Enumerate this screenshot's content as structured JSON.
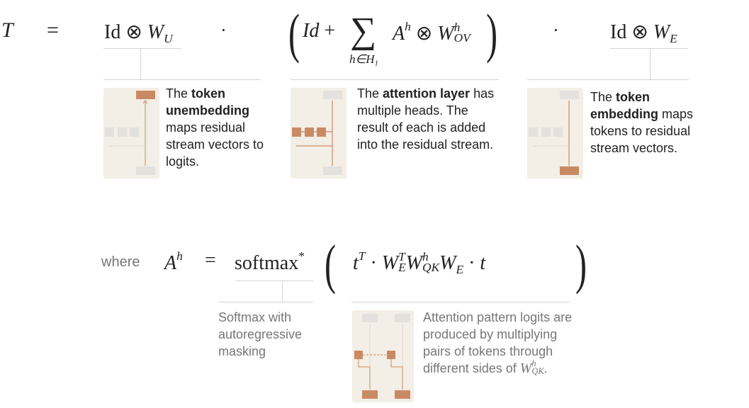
{
  "row1": {
    "lhs": "T",
    "eq": "=",
    "term1": {
      "id": "Id",
      "otimes": "⊗",
      "w": "W",
      "sub": "U"
    },
    "dot1": "·",
    "term2": {
      "open": "(",
      "id": "Id",
      "plus": "+",
      "sum": "∑",
      "sum_under": "h∈H",
      "sum_under_sub": "1",
      "a": "A",
      "a_sup": "h",
      "otimes": "⊗",
      "w": "W",
      "w_sup": "h",
      "w_sub": "OV",
      "close": ")"
    },
    "dot2": "·",
    "term3": {
      "id": "Id",
      "otimes": "⊗",
      "w": "W",
      "sub": "E"
    }
  },
  "desc1": {
    "pre": "The ",
    "bold": "token unembedding",
    "post": " maps residual stream vectors to logits."
  },
  "desc2": {
    "pre": "The ",
    "bold": "attention layer",
    "post": " has multiple heads. The result of each is added into the residual stream."
  },
  "desc3": {
    "pre": "The ",
    "bold": "token embedding",
    "post": " maps tokens to residual stream vectors."
  },
  "row2": {
    "where": "where",
    "a": "A",
    "a_sup": "h",
    "eq": "=",
    "softmax": "softmax",
    "star": "*",
    "open": "(",
    "t": "t",
    "t_sup": "T",
    "dot": "·",
    "we": "W",
    "we_sup": "T",
    "we_sub": "E",
    "wqk": "W",
    "wqk_sup": "h",
    "wqk_sub": "QK",
    "we2": "W",
    "we2_sub": "E",
    "dot2": "·",
    "t2": "t",
    "close": ")"
  },
  "desc4": "Softmax with autoregressive masking",
  "desc5": {
    "text": "Attention pattern logits are produced by multiplying pairs of tokens through different sides of ",
    "w": "W",
    "w_sup": "h",
    "w_sub": "QK",
    "end": "."
  },
  "colors": {
    "accent": "#c98a63",
    "thumb_bg": "#f3eee6",
    "box_grey": "#e3e1de",
    "rule": "#d4d4d4"
  }
}
